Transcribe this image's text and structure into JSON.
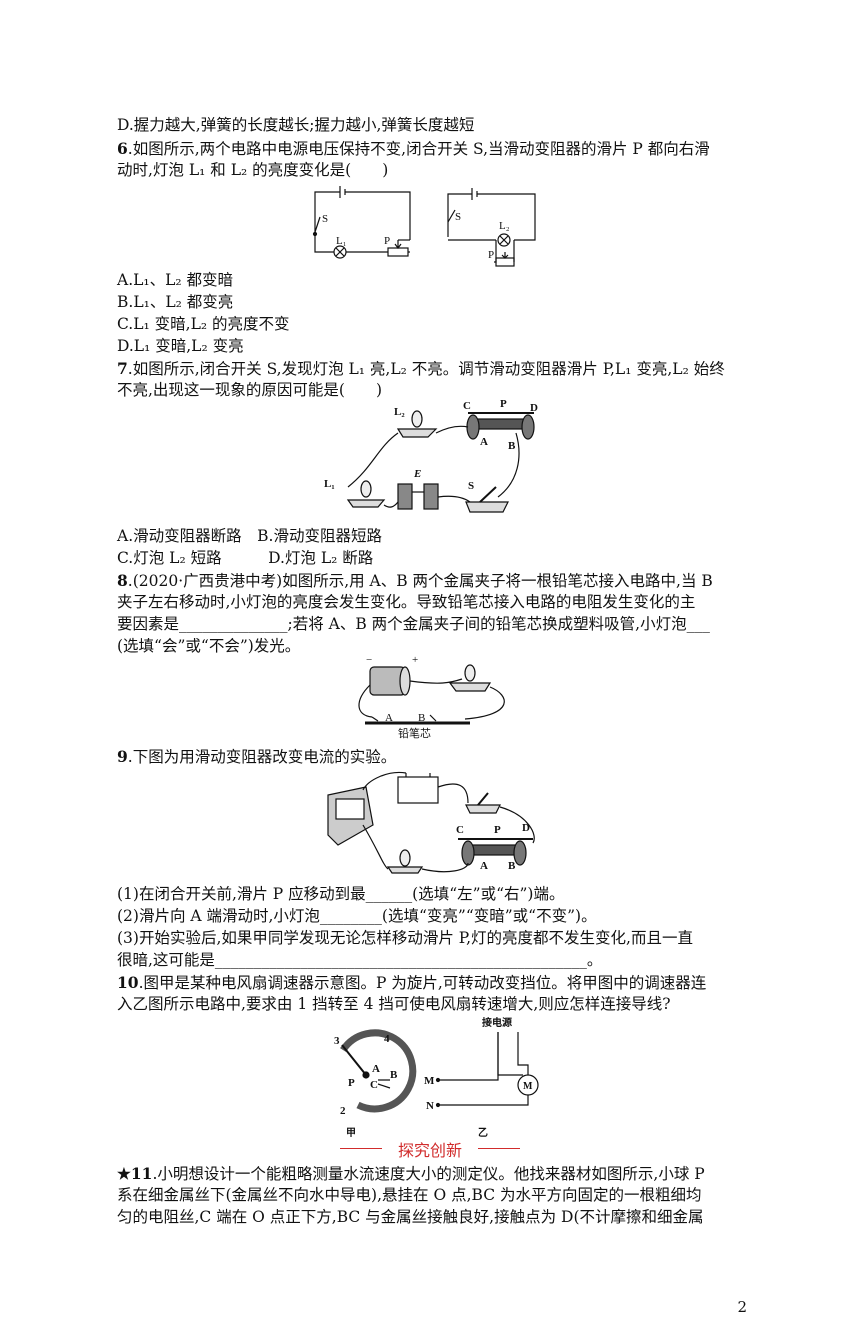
{
  "lines": [
    {
      "id": "l1",
      "text": "D.握力越大,弹簧的长度越长;握力越小,弹簧长度越短"
    },
    {
      "id": "l2",
      "q": "6",
      "text": ".如图所示,两个电路中电源电压保持不变,闭合开关 S,当滑动变阻器的滑片 P 都向右滑"
    },
    {
      "id": "l3",
      "text": "动时,灯泡 L₁ 和 L₂ 的亮度变化是(　　)"
    },
    {
      "id": "l4",
      "text": "A.L₁、L₂ 都变暗"
    },
    {
      "id": "l5",
      "text": "B.L₁、L₂ 都变亮"
    },
    {
      "id": "l6",
      "text": "C.L₁ 变暗,L₂ 的亮度不变"
    },
    {
      "id": "l7",
      "text": "D.L₁ 变暗,L₂ 变亮"
    },
    {
      "id": "l8",
      "q": "7",
      "text": ".如图所示,闭合开关 S,发现灯泡 L₁ 亮,L₂ 不亮。调节滑动变阻器滑片 P,L₁ 变亮,L₂ 始终"
    },
    {
      "id": "l9",
      "text": "不亮,出现这一现象的原因可能是(　　)"
    },
    {
      "id": "l10",
      "text": "A.滑动变阻器断路　B.滑动变阻器短路"
    },
    {
      "id": "l11",
      "text": "C.灯泡 L₂ 短路　　　D.灯泡 L₂ 断路"
    },
    {
      "id": "l12",
      "q": "8",
      "text": ".(2020·广西贵港中考)如图所示,用 A、B 两个金属夹子将一根铅笔芯接入电路中,当 B"
    },
    {
      "id": "l13",
      "text": "夹子左右移动时,小灯泡的亮度会发生变化。导致铅笔芯接入电路的电阻发生变化的主"
    },
    {
      "id": "l14",
      "text": "要因素是______________;若将 A、B 两个金属夹子间的铅笔芯换成塑料吸管,小灯泡___"
    },
    {
      "id": "l15",
      "text": "(选填“会”或“不会”)发光。"
    },
    {
      "id": "l16",
      "q": "9",
      "text": ".下图为用滑动变阻器改变电流的实验。"
    },
    {
      "id": "l17",
      "text": "(1)在闭合开关前,滑片 P 应移动到最______(选填“左”或“右”)端。"
    },
    {
      "id": "l18",
      "text": "(2)滑片向 A 端滑动时,小灯泡________(选填“变亮”“变暗”或“不变”)。"
    },
    {
      "id": "l19",
      "text": "(3)开始实验后,如果甲同学发现无论怎样移动滑片 P,灯的亮度都不发生变化,而且一直"
    },
    {
      "id": "l20",
      "text": "很暗,这可能是________________________________________________。"
    },
    {
      "id": "l21",
      "q": "10",
      "text": ".图甲是某种电风扇调速器示意图。P 为旋片,可转动改变挡位。将甲图中的调速器连"
    },
    {
      "id": "l22",
      "text": "入乙图所示电路中,要求由 1 挡转至 4 挡可使电风扇转速增大,则应怎样连接导线?"
    },
    {
      "id": "l23",
      "q": "★11",
      "text": ".小明想设计一个能粗略测量水流速度大小的测定仪。他找来器材如图所示,小球 P"
    },
    {
      "id": "l24",
      "text": "系在细金属丝下(金属丝不向水中导电),悬挂在 O 点,BC 为水平方向固定的一根粗细均"
    },
    {
      "id": "l25",
      "text": "匀的电阻丝,C 端在 O 点正下方,BC 与金属丝接触良好,接触点为 D(不计摩擦和细金属"
    }
  ],
  "figures": {
    "f6": {
      "s": "S",
      "l1": "L₁",
      "p": "P",
      "l2": "L₂"
    },
    "f7": {
      "l2": "L₂",
      "c": "C",
      "p": "P",
      "d": "D",
      "a": "A",
      "b": "B",
      "l1": "L₁",
      "e": "E",
      "s": "S"
    },
    "f8": {
      "minus": "−",
      "plus": "+",
      "a": "A",
      "b": "B",
      "caption": "铅笔芯"
    },
    "f9": {
      "c": "C",
      "p": "P",
      "d": "D",
      "a": "A",
      "b": "B"
    },
    "f10": {
      "n3": "3",
      "n4": "4",
      "n2": "2",
      "a": "A",
      "b": "B",
      "c": "C",
      "p": "P",
      "cap1": "甲",
      "top": "接电源",
      "m": "M",
      "n": "N",
      "motor": "M",
      "cap2": "乙"
    }
  },
  "section_title": "探究创新",
  "page_number": "2"
}
